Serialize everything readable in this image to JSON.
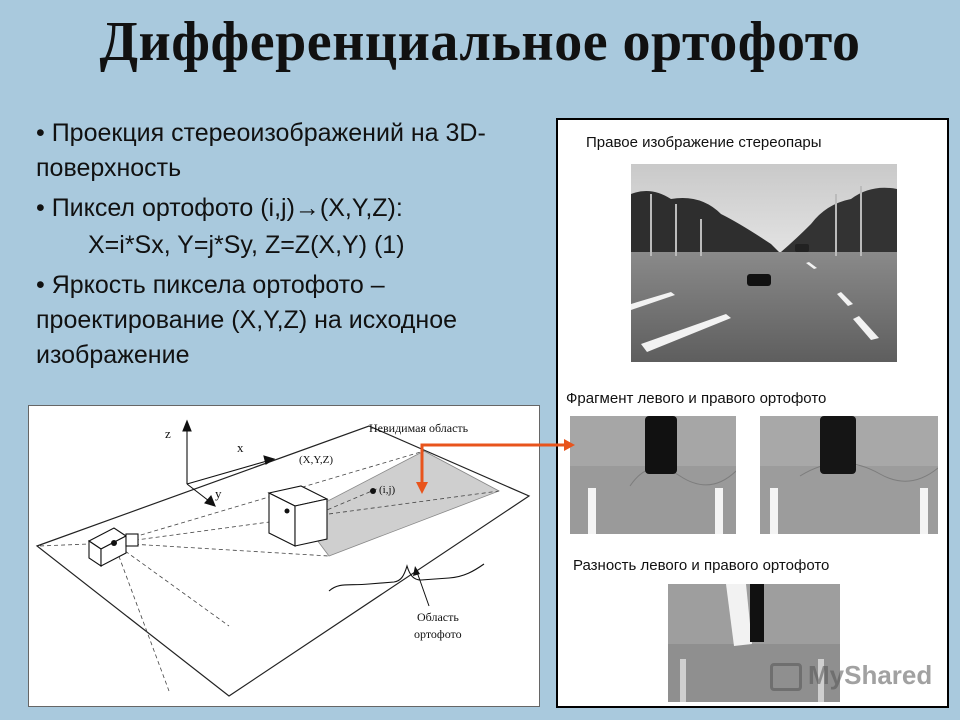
{
  "slide": {
    "title": "Дифференциальное ортофото",
    "bullets": [
      "• Проекция стереоизображений на 3D-поверхность",
      "• Пиксел ортофото (i,j)→(X,Y,Z):",
      "X=i*Sx, Y=j*Sy, Z=Z(X,Y)  (1)",
      "• Яркость пиксела ортофото – проектирование (X,Y,Z) на исходное изображение"
    ]
  },
  "diagram": {
    "label_invisible": "Невидимая область",
    "label_xyz": "(X,Y,Z)",
    "label_ij": "(i,j)",
    "axis_z": "z",
    "axis_x": "x",
    "axis_y": "y",
    "label_area_1": "Область",
    "label_area_2": "ортофото"
  },
  "panel": {
    "right_image_caption": "Правое изображение стереопары",
    "fragment_caption": "Фрагмент левого и правого ортофото",
    "difference_caption": "Разность левого и правого ортофото"
  },
  "watermark": {
    "text": "MyShared"
  },
  "colors": {
    "background": "#a9c9dd",
    "connector": "#e8541c"
  }
}
